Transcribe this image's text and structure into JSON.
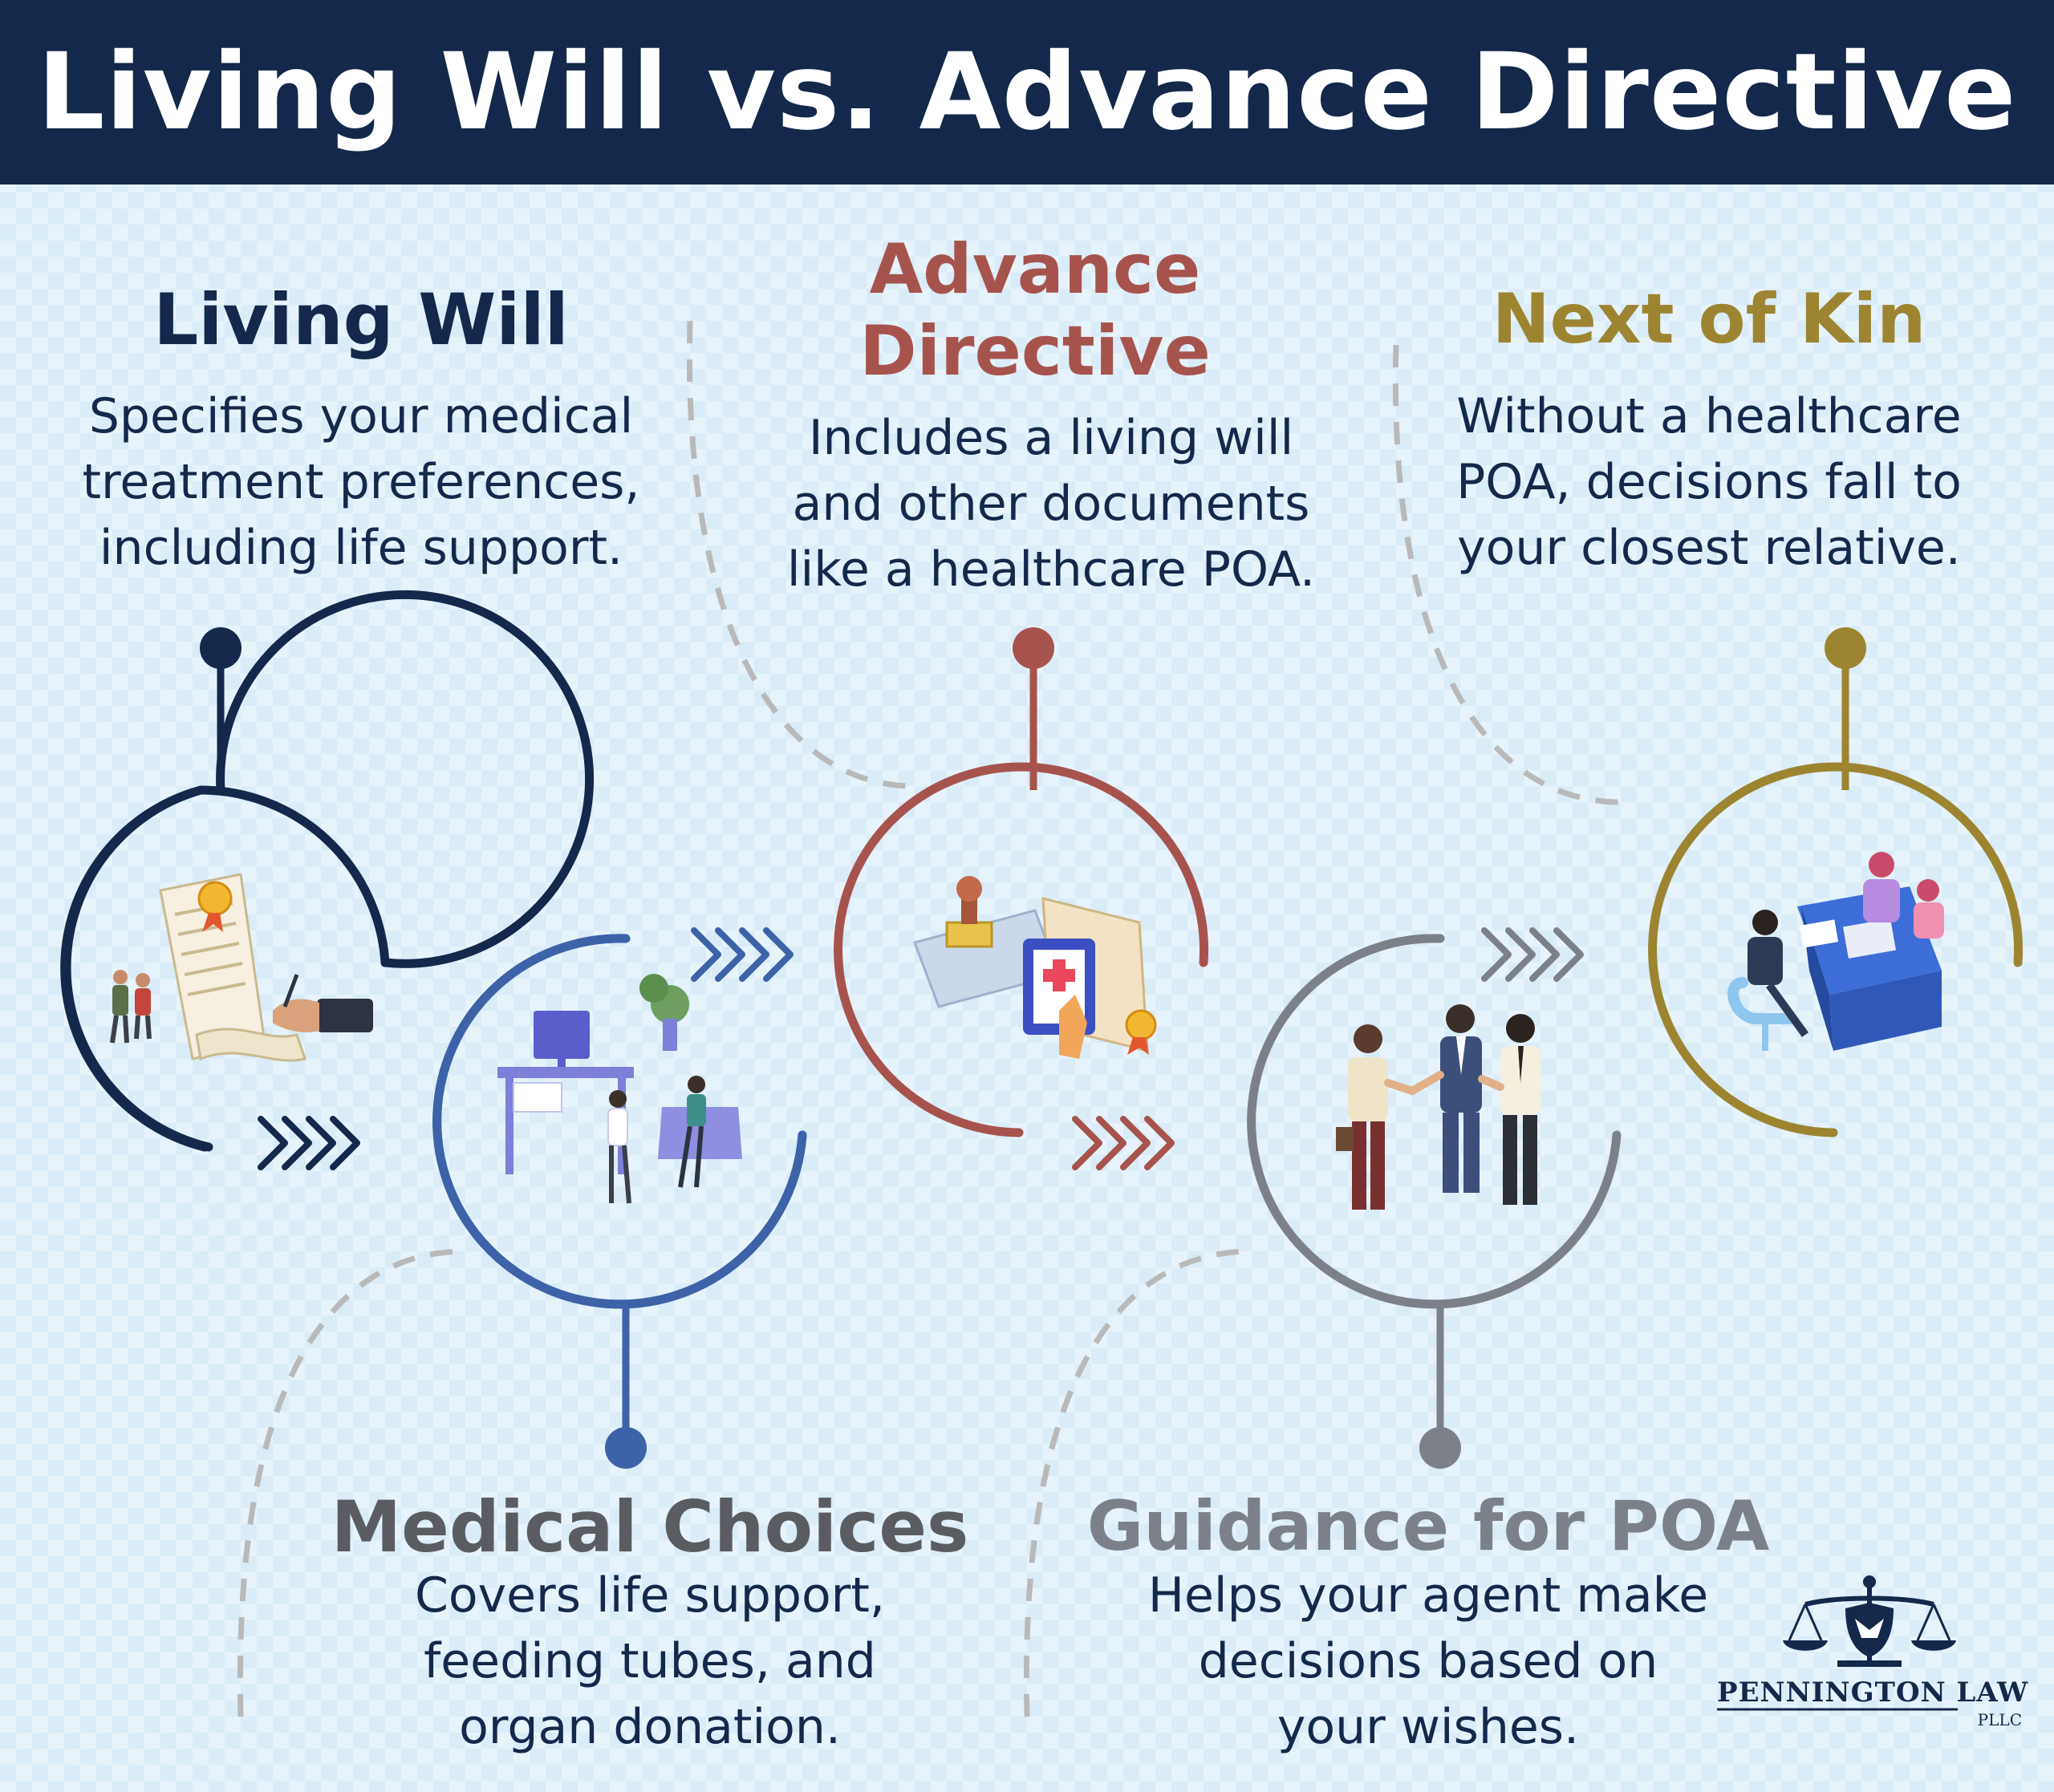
{
  "title": "Living Will vs. Advance Directive",
  "colors": {
    "navy": "#13284a",
    "blue": "#3d62a8",
    "red": "#a7534d",
    "gray": "#7b8089",
    "gold": "#9c8431",
    "dash": "#b9b9b9",
    "heading_gray": "#5a5c62"
  },
  "sections": [
    {
      "heading": [
        "Living Will"
      ],
      "description": [
        "Specifies your medical",
        "treatment preferences,",
        "including life support."
      ],
      "color": "#13284a"
    },
    {
      "heading": [
        "Medical Choices"
      ],
      "description": [
        "Covers life support,",
        "feeding tubes, and",
        "organ donation."
      ],
      "color": "#5a5c62"
    },
    {
      "heading": [
        "Advance",
        "Directive"
      ],
      "description": [
        "Includes a living will",
        "and other documents",
        "like a healthcare POA."
      ],
      "color": "#a7534d"
    },
    {
      "heading": [
        "Guidance for POA"
      ],
      "description": [
        "Helps your agent make",
        "decisions based on",
        "your wishes."
      ],
      "color": "#7b8089"
    },
    {
      "heading": [
        "Next of Kin"
      ],
      "description": [
        "Without a healthcare",
        "POA, decisions fall to",
        "your closest relative."
      ],
      "color": "#9c8431"
    }
  ],
  "icons": [
    "living-will-document-icon",
    "medical-consultation-icon",
    "legal-documents-stamp-icon",
    "handshake-agents-icon",
    "family-meeting-icon",
    "chevron-arrows-icon",
    "scales-of-justice-icon"
  ],
  "logo": {
    "name": "PENNINGTON LAW",
    "suffix": "PLLC"
  }
}
